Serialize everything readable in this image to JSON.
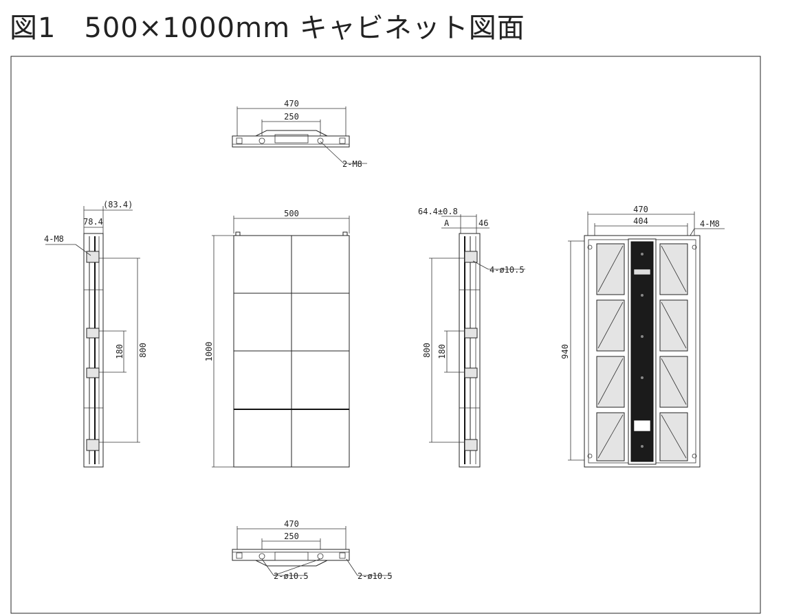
{
  "title": "図1　500×1000mm キャビネット図面",
  "top_view": {
    "width_outer": "470",
    "width_inner": "250",
    "callout": "2-M8"
  },
  "left_view": {
    "depth_max": "(83.4)",
    "depth": "78.4",
    "callout": "4-M8",
    "pitch_small": "180",
    "pitch_large": "800"
  },
  "front_view": {
    "width": "500",
    "height": "1000"
  },
  "right_view": {
    "tolerance": "64.4±0.8",
    "section_mark": "A",
    "offset": "46",
    "callout": "4-ø10.5",
    "pitch_large": "800",
    "pitch_small": "180"
  },
  "rear_view": {
    "width_outer": "470",
    "width_inner": "404",
    "callout": "4-M8",
    "height": "940"
  },
  "bottom_view": {
    "width_outer": "470",
    "width_inner": "250",
    "callout_left": "2-ø10.5",
    "callout_right": "2-ø10.5"
  }
}
